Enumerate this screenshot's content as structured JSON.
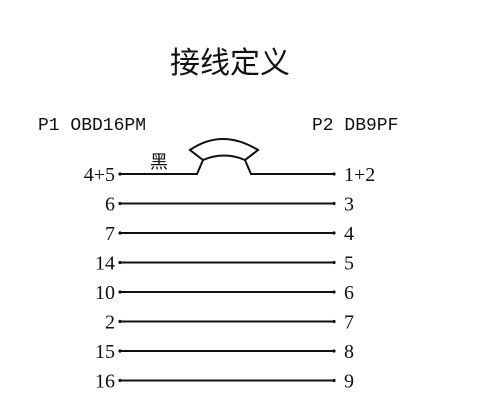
{
  "title": "接线定义",
  "p1_label": "P1 OBD16PM",
  "p2_label": "P2 DB9PF",
  "wire_color": "黑",
  "connections": [
    {
      "left": "4+5",
      "right": "1+2"
    },
    {
      "left": "6",
      "right": "3"
    },
    {
      "left": "7",
      "right": "4"
    },
    {
      "left": "14",
      "right": "5"
    },
    {
      "left": "10",
      "right": "6"
    },
    {
      "left": "2",
      "right": "7"
    },
    {
      "left": "15",
      "right": "8"
    },
    {
      "left": "16",
      "right": "9"
    }
  ]
}
